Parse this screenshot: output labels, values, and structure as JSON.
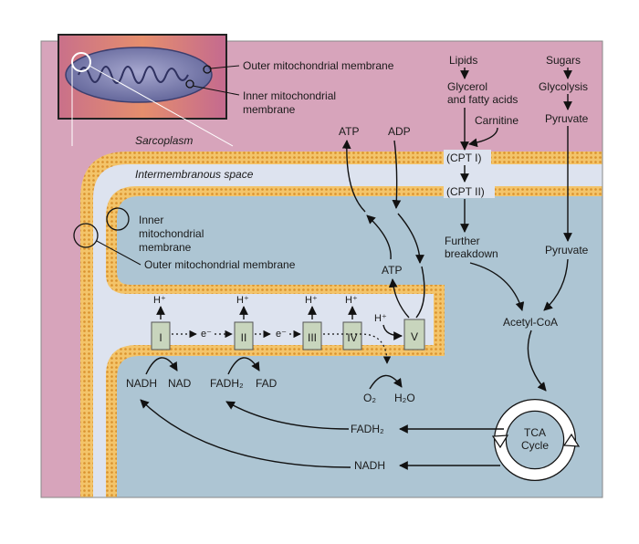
{
  "inset": {
    "outer_membrane_label": "Outer mitochondrial membrane",
    "inner_membrane_label_1": "Inner mitochondrial",
    "inner_membrane_label_2": "membrane"
  },
  "regions": {
    "sarcoplasm": "Sarcoplasm",
    "intermembranous_space": "Intermembranous space",
    "inner_membrane_1": "Inner",
    "inner_membrane_2": "mitochondrial",
    "inner_membrane_3": "membrane",
    "outer_membrane": "Outer mitochondrial membrane"
  },
  "lipid_pathway": {
    "lipids": "Lipids",
    "glycerol_1": "Glycerol",
    "glycerol_2": "and fatty acids",
    "carnitine": "Carnitine",
    "cpt1": "(CPT I)",
    "cpt2": "(CPT II)",
    "further_1": "Further",
    "further_2": "breakdown"
  },
  "sugar_pathway": {
    "sugars": "Sugars",
    "glycolysis": "Glycolysis",
    "pyruvate_top": "Pyruvate",
    "pyruvate_bottom": "Pyruvate"
  },
  "acetyl_coa": "Acetyl-CoA",
  "tca": {
    "line1": "TCA",
    "line2": "Cycle"
  },
  "atp_synthase": {
    "atp_out": "ATP",
    "adp": "ADP",
    "atp_in": "ATP",
    "h_plus": "H⁺",
    "complex_v": "V"
  },
  "etc": {
    "complexes": [
      "I",
      "II",
      "III",
      "IV"
    ],
    "h_plus": "H⁺",
    "electron": "e⁻",
    "nadh": "NADH",
    "nad": "NAD",
    "fadh2": "FADH₂",
    "fad": "FAD",
    "o2": "O₂",
    "h2o": "H₂O"
  },
  "tca_outputs": {
    "fadh2": "FADH₂",
    "nadh": "NADH"
  },
  "colors": {
    "sarcoplasm": "#d7a4bb",
    "intermembrane": "#dde3ef",
    "matrix": "#adc5d3",
    "membrane": "#f0b54a",
    "complex_fill": "#c8d5bd"
  }
}
